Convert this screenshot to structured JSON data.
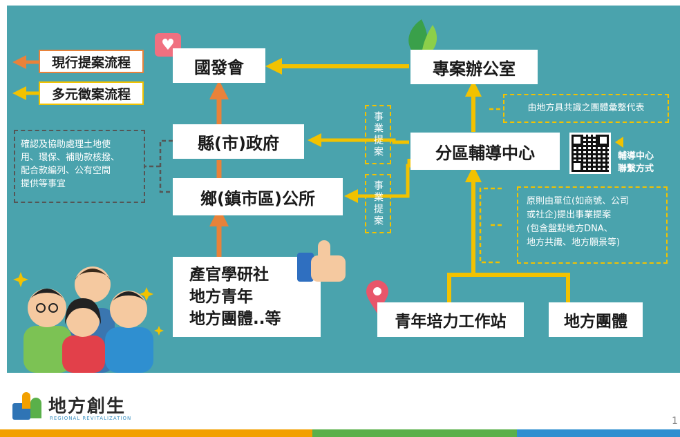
{
  "legend": {
    "current_flow": "現行提案流程",
    "diverse_flow": "多元徵案流程"
  },
  "nodes": {
    "ndc": "國發會",
    "project_office": "專案辦公室",
    "county_gov": "縣(市)政府",
    "township_office": "鄉(鎮市區)公所",
    "regional_center": "分區輔導中心",
    "stakeholders_line1": "產官學研社",
    "stakeholders_line2": "地方青年",
    "stakeholders_line3": "地方團體..等",
    "youth_station": "青年培力工作站",
    "local_groups": "地方團體"
  },
  "notes": {
    "land_support": [
      "確認及協助處理土地使",
      "用、環保、補助款核撥、",
      "配合款編列、公有空間",
      "提供等事宜"
    ],
    "consensus": "由地方具共識之團體彙整代表",
    "principle": [
      "原則由單位(如商號、公司",
      "或社企)提出事業提案",
      "(包含盤點地方DNA、",
      "地方共識、地方願景等)"
    ],
    "business_proposal_1": "事業提案",
    "business_proposal_2": "事業提案",
    "qr_label_line1": "輔導中心",
    "qr_label_line2": "聯繫方式"
  },
  "footer": {
    "logo_text": "地方創生",
    "logo_subtext": "REGIONAL REVITALIZATION",
    "page_number": "1"
  },
  "colors": {
    "background": "#4aa3ad",
    "current_flow_arrow": "#e8823a",
    "diverse_flow_arrow": "#f2c200",
    "note_border_dark": "#555555"
  }
}
